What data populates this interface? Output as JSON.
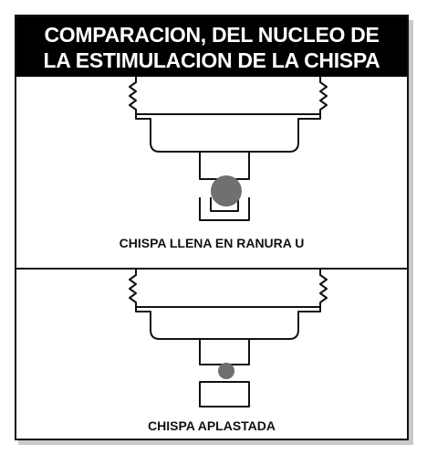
{
  "header": {
    "title_line1": "COMPARACION, DEL NUCLEO DE",
    "title_line2": "LA ESTIMULACION DE LA CHISPA"
  },
  "panels": [
    {
      "caption": "CHISPA LLENA EN RANURA U"
    },
    {
      "caption": "CHISPA APLASTADA"
    }
  ],
  "colors": {
    "header_bg": "#000000",
    "spark": "#707070",
    "line": "#111111"
  }
}
